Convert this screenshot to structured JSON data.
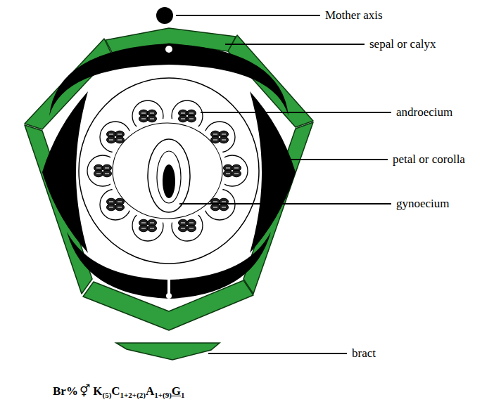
{
  "diagram": {
    "labels": [
      "Mother axis",
      "sepal or calyx",
      "androecium",
      "petal or corolla",
      "gynoecium",
      "bract",
      "Br%",
      "⚥",
      "K",
      "(5)",
      "C",
      "1+2+(2)",
      "A",
      "1+(9)",
      "G",
      "1"
    ]
  }
}
